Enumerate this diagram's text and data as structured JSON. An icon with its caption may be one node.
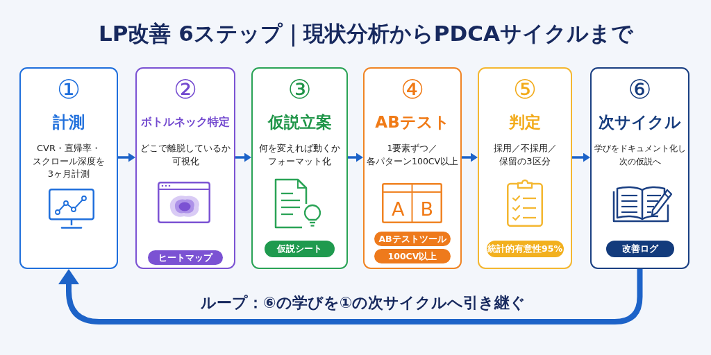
{
  "diagram": {
    "title": "LP改善 6ステップ｜現状分析からPDCAサイクルまで",
    "nodes": [
      {
        "text": [
          "①",
          "計測",
          "CVR・直帰率・スクロール深度を3ヶ月計測"
        ]
      },
      {
        "text": [
          "②",
          "ボトルネック特定",
          "どこで離脱しているか可視化"
        ]
      },
      {
        "text": [
          "ヒートマップ"
        ],
        "in": 1
      },
      {
        "text": [
          "③",
          "仮説立案",
          "何を変えれば動くかフォーマット化"
        ]
      },
      {
        "text": [
          "仮説シート"
        ],
        "in": 3
      },
      {
        "text": [
          "④",
          "ABテスト",
          "1要素ずつ／各パターン100CV以上"
        ]
      },
      {
        "text": [
          "ABテストツール"
        ],
        "in": 5
      },
      {
        "text": [
          "100CV以上"
        ],
        "in": 5
      },
      {
        "text": [
          "⑤",
          "判定",
          "採用／不採用／保留の3区分"
        ]
      },
      {
        "text": [
          "統計的有意性95%"
        ],
        "in": 8
      },
      {
        "text": [
          "⑥",
          "次サイクル",
          "学びをドキュメント化し次の仮説へ"
        ]
      },
      {
        "text": [
          "改善ログ"
        ],
        "in": 10
      }
    ],
    "edges": [
      {
        "from": 0,
        "to": 1,
        "arrow": "to"
      },
      {
        "from": 1,
        "to": 3,
        "arrow": "to"
      },
      {
        "from": 3,
        "to": 5,
        "arrow": "to"
      },
      {
        "from": 5,
        "to": 8,
        "arrow": "to"
      },
      {
        "from": 8,
        "to": 10,
        "arrow": "to"
      },
      {
        "from": 10,
        "to": 0,
        "arrow": "to",
        "label": "ループ：⑥の学びを①の次サイクルへ引き継ぐ",
        "style": "thick"
      }
    ],
    "labels": [
      "A",
      "B"
    ]
  }
}
